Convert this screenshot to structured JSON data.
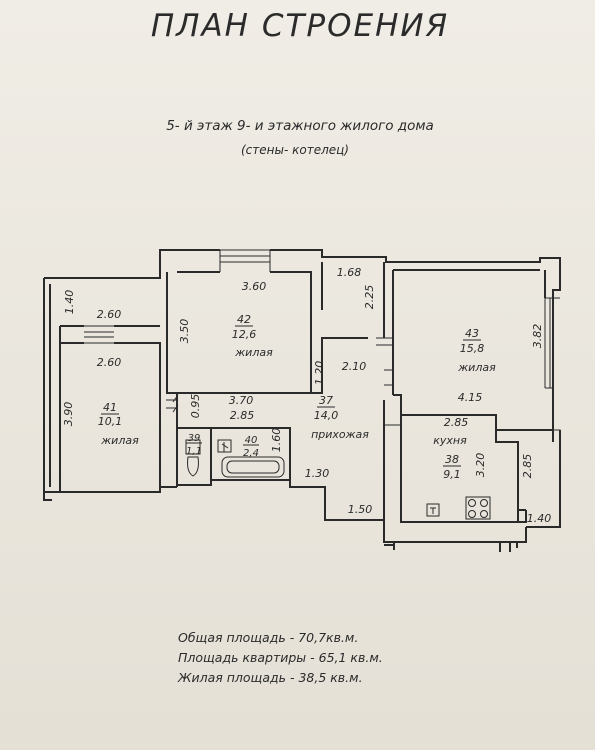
{
  "title": "ПЛАН СТРОЕНИЯ",
  "subtitle": "5- й этаж 9- и этажного жилого дома",
  "wall_note": "(стены- котелец)",
  "rooms": [
    {
      "id": "r41",
      "number": "41",
      "area": "10,1",
      "name": "жилая"
    },
    {
      "id": "r42",
      "number": "42",
      "area": "12,6",
      "name": "жилая"
    },
    {
      "id": "r43",
      "number": "43",
      "area": "15,8",
      "name": "жилая"
    },
    {
      "id": "r37",
      "number": "37",
      "area": "14,0",
      "name": "прихожая"
    },
    {
      "id": "r38",
      "number": "38",
      "area": "9,1",
      "name": "кухня"
    },
    {
      "id": "r39",
      "number": "39",
      "area": "1,1",
      "name": ""
    },
    {
      "id": "r40",
      "number": "40",
      "area": "2,4",
      "name": ""
    }
  ],
  "dimensions": {
    "d_140_left": "1.40",
    "d_260_top": "2.60",
    "d_260_bottom": "2.60",
    "d_390": "3.90",
    "d_360": "3.60",
    "d_350": "3.50",
    "d_168": "1.68",
    "d_225": "2.25",
    "d_382": "3.82",
    "d_120": "1.20",
    "d_210": "2.10",
    "d_415": "4.15",
    "d_095": "0.95",
    "d_370": "3.70",
    "d_285_hall": "2.85",
    "d_285_kitchen": "2.85",
    "d_160": "1.60",
    "d_130": "1.30",
    "d_150": "1.50",
    "d_320": "3.20",
    "d_285_v": "2.85",
    "d_140_right": "1.40"
  },
  "totals": {
    "total_area": "Общая площадь - 70,7кв.м.",
    "apartment_area": "Площадь квартиры - 65,1 кв.м.",
    "living_area": "Жилая площадь - 38,5 кв.м."
  },
  "colors": {
    "ink": "#2a2a2a",
    "paper": "#ebe7df"
  }
}
